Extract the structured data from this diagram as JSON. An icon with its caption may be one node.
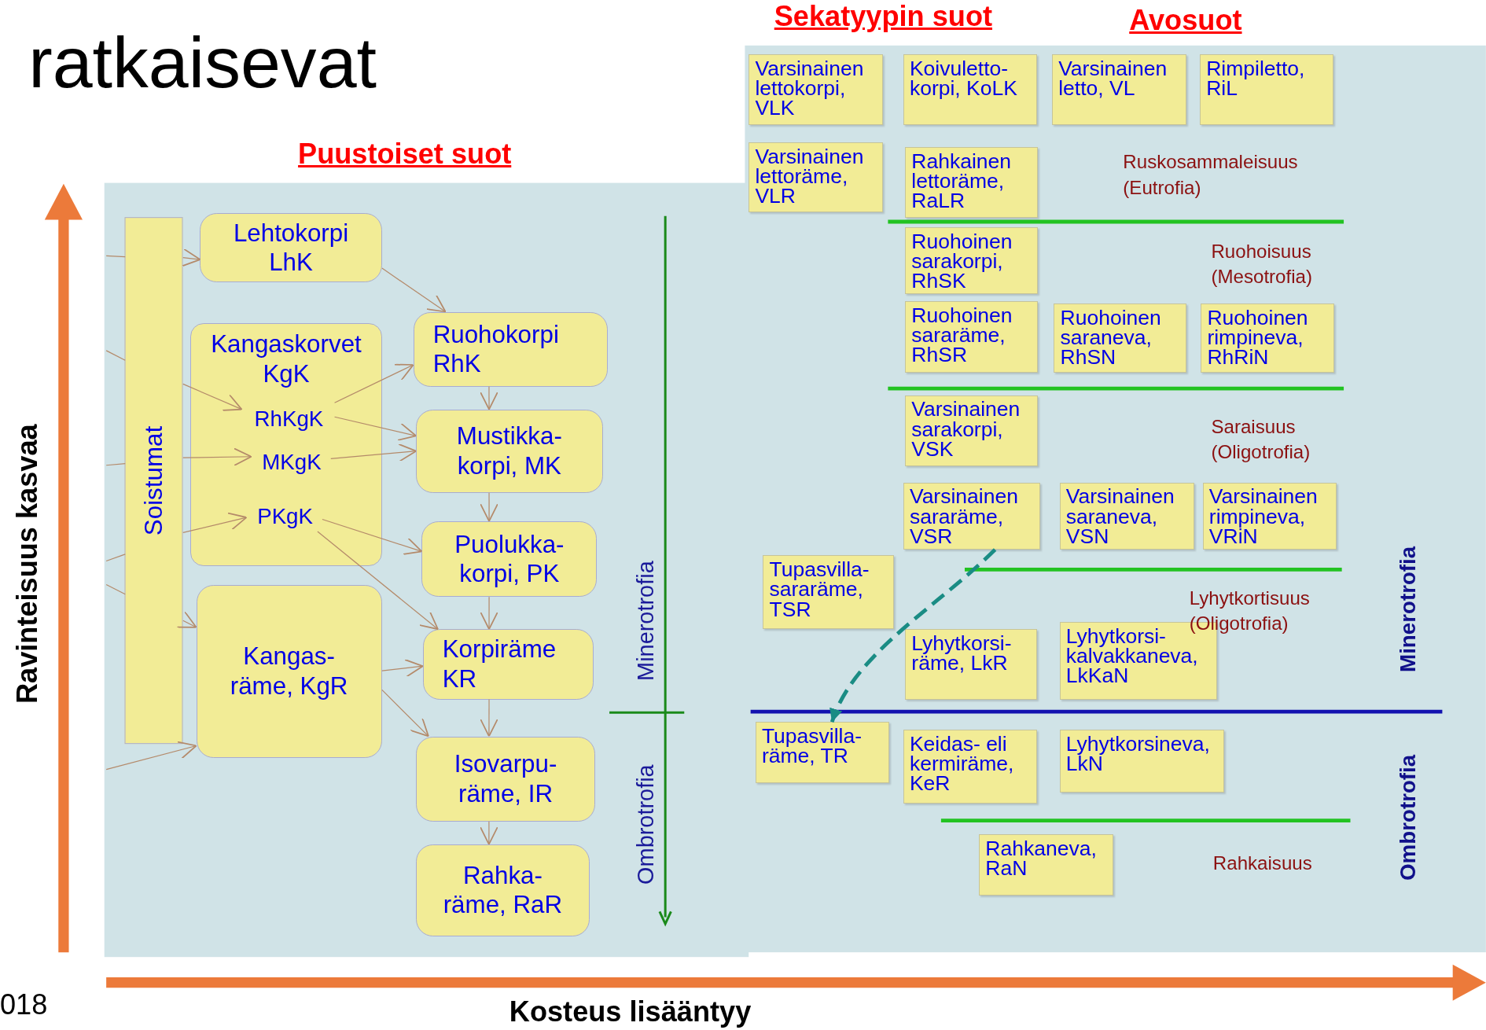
{
  "diagram": {
    "nodes": [
      {
        "text": [
          "Soistumat"
        ]
      },
      {
        "text": [
          "Lehtokorpi LhK"
        ]
      },
      {
        "text": [
          "Kangaskorvet KgK"
        ]
      },
      {
        "text": [
          "RhKgK"
        ],
        "in": 2
      },
      {
        "text": [
          "MKgK"
        ],
        "in": 2
      },
      {
        "text": [
          "PKgK"
        ],
        "in": 2
      },
      {
        "text": [
          "Kangas-räme, KgR"
        ]
      },
      {
        "text": [
          "Ruohokorpi RhK"
        ]
      },
      {
        "text": [
          "Mustikka-korpi, MK"
        ]
      },
      {
        "text": [
          "Puolukka-korpi, PK"
        ]
      },
      {
        "text": [
          "Korpiräme KR"
        ]
      },
      {
        "text": [
          "Isovarpu-räme, IR"
        ]
      },
      {
        "text": [
          "Rahka-räme, RaR"
        ]
      },
      {
        "text": [
          "Varsinainen lettokorpi, VLK"
        ]
      },
      {
        "text": [
          "Koivuletto-korpi, KoLK"
        ]
      },
      {
        "text": [
          "Varsinainen letto, VL"
        ]
      },
      {
        "text": [
          "Rimpiletto, RiL"
        ]
      },
      {
        "text": [
          "Varsinainen lettoräme, VLR"
        ]
      },
      {
        "text": [
          "Rahkainen lettoräme, RaLR"
        ]
      },
      {
        "text": [
          "Ruohoinen sarakorpi, RhSK"
        ]
      },
      {
        "text": [
          "Ruohoinen sararäme, RhSR"
        ]
      },
      {
        "text": [
          "Ruohoinen saraneva, RhSN"
        ]
      },
      {
        "text": [
          "Ruohoinen rimpineva, RhRiN"
        ]
      },
      {
        "text": [
          "Varsinainen sarakorpi, VSK"
        ]
      },
      {
        "text": [
          "Varsinainen sararäme, VSR"
        ]
      },
      {
        "text": [
          "Varsinainen saraneva, VSN"
        ]
      },
      {
        "text": [
          "Varsinainen rimpineva, VRiN"
        ]
      },
      {
        "text": [
          "Tupasvilla-sararäme, TSR"
        ]
      },
      {
        "text": [
          "Lyhytkorsi-räme, LkR"
        ]
      },
      {
        "text": [
          "Lyhytkorsi-kalvakkaneva, LkKaN"
        ]
      },
      {
        "text": [
          "Tupasvilla-räme, TR"
        ]
      },
      {
        "text": [
          "Keidas- eli kermiräme, KeR"
        ]
      },
      {
        "text": [
          "Lyhytkorsineva, LkN"
        ]
      },
      {
        "text": [
          "Rahkaneva, RaN"
        ]
      }
    ],
    "edges": [
      {
        "from": null,
        "to": 0,
        "arrow": "none"
      },
      {
        "from": null,
        "to": 0,
        "arrow": "none"
      },
      {
        "from": null,
        "to": 0,
        "arrow": "none"
      },
      {
        "from": null,
        "to": 0,
        "arrow": "none"
      },
      {
        "from": null,
        "to": 0,
        "arrow": "none"
      },
      {
        "from": 0,
        "to": 1,
        "arrow": "to"
      },
      {
        "from": 0,
        "to": 3,
        "arrow": "to"
      },
      {
        "from": 0,
        "to": 4,
        "arrow": "to"
      },
      {
        "from": 0,
        "to": 5,
        "arrow": "to"
      },
      {
        "from": 0,
        "to": 6,
        "arrow": "to"
      },
      {
        "from": null,
        "to": 6,
        "arrow": "to"
      },
      {
        "from": 1,
        "to": 7,
        "arrow": "to"
      },
      {
        "from": 3,
        "to": 7,
        "arrow": "to"
      },
      {
        "from": 3,
        "to": 8,
        "arrow": "to"
      },
      {
        "from": 4,
        "to": 8,
        "arrow": "to"
      },
      {
        "from": 5,
        "to": 9,
        "arrow": "to"
      },
      {
        "from": 5,
        "to": 10,
        "arrow": "to"
      },
      {
        "from": 6,
        "to": 10,
        "arrow": "to"
      },
      {
        "from": 6,
        "to": 11,
        "arrow": "to"
      },
      {
        "from": 7,
        "to": 8,
        "arrow": "to"
      },
      {
        "from": 8,
        "to": 9,
        "arrow": "to"
      },
      {
        "from": 9,
        "to": 10,
        "arrow": "to"
      },
      {
        "from": 10,
        "to": 11,
        "arrow": "to"
      },
      {
        "from": 11,
        "to": 12,
        "arrow": "to"
      },
      {
        "from": 24,
        "to": 30,
        "arrow": "to",
        "style": "dashed",
        "color": "#1a8c84"
      }
    ],
    "labels": [
      "ratkaisevat",
      "Sekatyypin suot",
      "Avosuot",
      "Puustoiset suot",
      "Ruskosammaleisuus (Eutrofia)",
      "Ruohoisuus (Mesotrofia)",
      "Saraisuus (Oligotrofia)",
      "Minerotrofia",
      "Lyhytkortisuus (Oligotrofia)",
      "Minerotrofia",
      "Ombrotrofia",
      "Ombrotrofia",
      "Rahkaisuus",
      "Ravinteisuus kasvaa",
      "018",
      "Kosteus lisääntyy"
    ]
  }
}
